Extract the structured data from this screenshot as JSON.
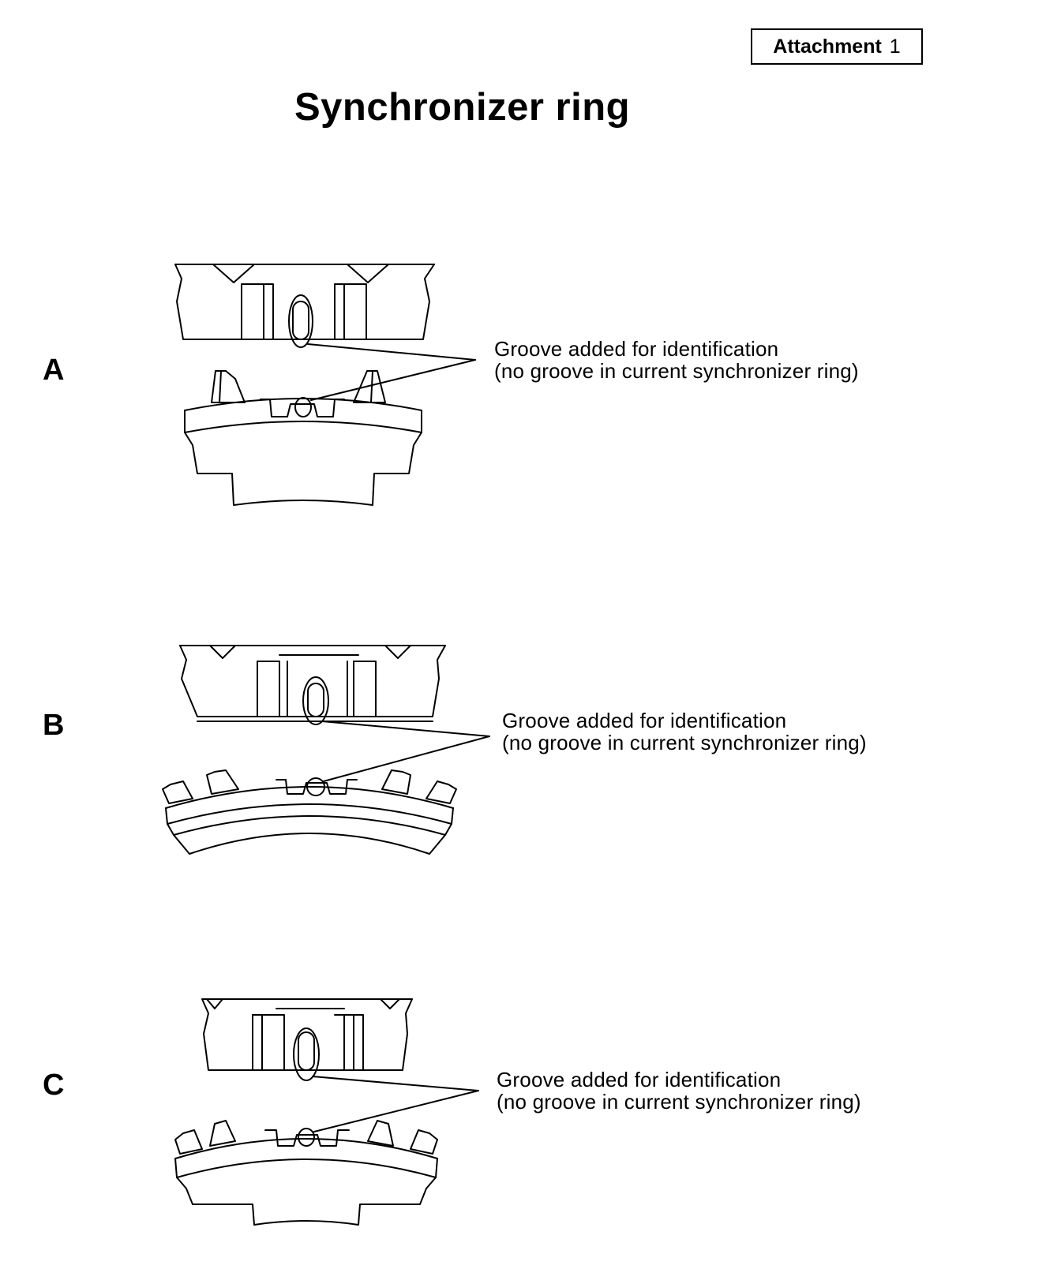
{
  "attachment": {
    "label": "Attachment",
    "number": "1"
  },
  "title": "Synchronizer ring",
  "sections": [
    {
      "letter": "A",
      "callout_line1": "Groove added for identification",
      "callout_line2": "(no groove in current synchronizer ring)"
    },
    {
      "letter": "B",
      "callout_line1": "Groove added for identification",
      "callout_line2": "(no groove in current synchronizer ring)"
    },
    {
      "letter": "C",
      "callout_line1": "Groove added for identification",
      "callout_line2": "(no groove in current synchronizer ring)"
    }
  ]
}
